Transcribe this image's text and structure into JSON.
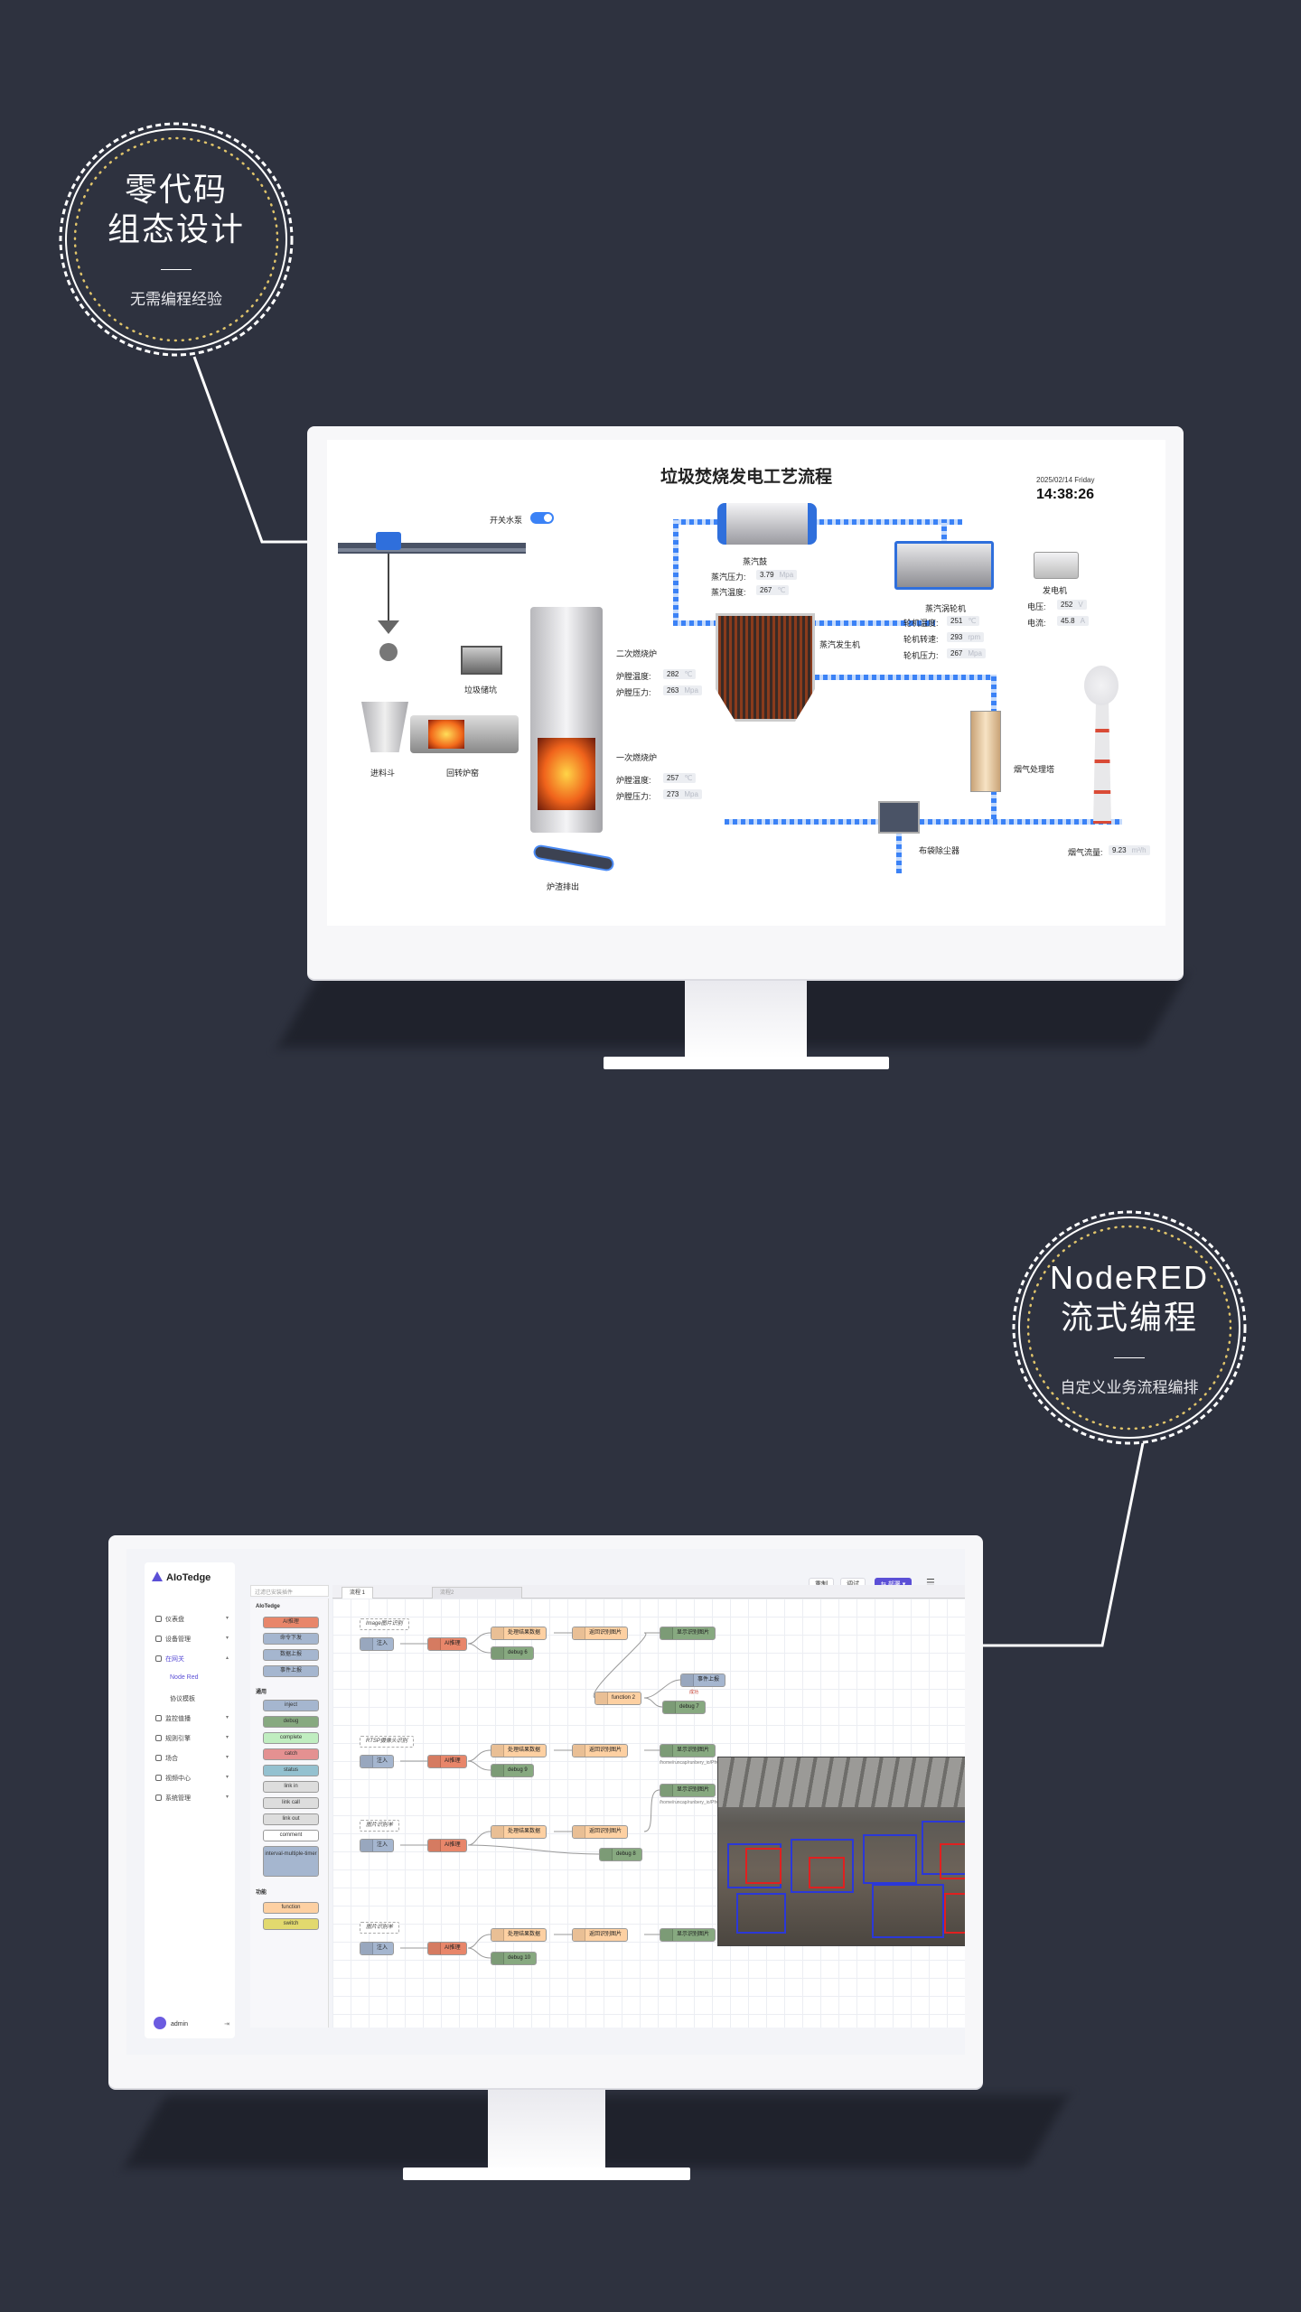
{
  "badge1": {
    "title_line1": "零代码",
    "title_line2": "组态设计",
    "subtitle": "无需编程经验"
  },
  "badge2": {
    "title_line1": "NodeRED",
    "title_line2": "流式编程",
    "subtitle": "自定义业务流程编排"
  },
  "scada": {
    "title": "垃圾焚烧发电工艺流程",
    "date": "2025/02/14 Friday",
    "time": "14:38:26",
    "toggle_label": "开关水泵",
    "labels": {
      "drum": "蒸汽鼓",
      "turbine": "蒸汽涡轮机",
      "generator": "发电机",
      "steam_gen": "蒸汽发生机",
      "secondary": "二次燃烧炉",
      "primary": "一次燃烧炉",
      "flue": "烟气处理塔",
      "baghouse": "布袋除尘器",
      "storage": "垃圾储坑",
      "hopper": "进料斗",
      "rotary": "回转炉窑",
      "slag": "炉渣排出",
      "stack_flow": "烟气流量:"
    },
    "readings": {
      "drum_pressure": {
        "label": "蒸汽压力:",
        "value": "3.79",
        "unit": "Mpa"
      },
      "drum_temp": {
        "label": "蒸汽温度:",
        "value": "267",
        "unit": "℃"
      },
      "voltage": {
        "label": "电压:",
        "value": "252",
        "unit": "V"
      },
      "current": {
        "label": "电流:",
        "value": "45.8",
        "unit": "A"
      },
      "turbine_temp": {
        "label": "轮机温度:",
        "value": "251",
        "unit": "℃"
      },
      "turbine_speed": {
        "label": "轮机转速:",
        "value": "293",
        "unit": "rpm"
      },
      "turbine_pressure": {
        "label": "轮机压力:",
        "value": "267",
        "unit": "Mpa"
      },
      "sec_temp": {
        "label": "炉膛温度:",
        "value": "282",
        "unit": "℃"
      },
      "sec_pressure": {
        "label": "炉膛压力:",
        "value": "263",
        "unit": "Mpa"
      },
      "pri_temp": {
        "label": "炉膛温度:",
        "value": "257",
        "unit": "℃"
      },
      "pri_pressure": {
        "label": "炉膛压力:",
        "value": "273",
        "unit": "Mpa"
      },
      "stack_flow_value": {
        "value": "9.23",
        "unit": "m³/h"
      }
    }
  },
  "app": {
    "brand": "AIoTedge",
    "sidebar": [
      {
        "label": "仪表盘"
      },
      {
        "label": "设备管理"
      },
      {
        "label": "在网关"
      },
      {
        "label": "Node Red"
      },
      {
        "label": "协议模板"
      },
      {
        "label": "监控值播"
      },
      {
        "label": "规则引擎"
      },
      {
        "label": "场合"
      },
      {
        "label": "视频中心"
      },
      {
        "label": "系统管理"
      }
    ],
    "user": "admin",
    "toolbar": {
      "btn1": "重制",
      "btn2": "调试",
      "deploy": "部署"
    },
    "palette": {
      "search": "过滤已安装插件",
      "cat1": "AIoTedge",
      "cat2": "通用",
      "cat3": "功能",
      "nodes1": [
        "AI推理",
        "命令下发",
        "数据上报",
        "事件上报"
      ],
      "nodes2": [
        "inject",
        "debug",
        "complete",
        "catch",
        "status",
        "link in",
        "link call",
        "link out",
        "comment",
        "interval-multiple-timer"
      ],
      "nodes3": [
        "function",
        "switch"
      ]
    },
    "tabs": {
      "tab1": "流程 1",
      "tab2": "流程2"
    },
    "flow": {
      "c1": "Image图片识别",
      "c2": "RTSP摄像头识别",
      "c3": "图片识别羊",
      "c4": "图片识别羊",
      "inject": "注入",
      "ai": "AI推理",
      "process": "处理结果数据",
      "draw": "返回识别图片",
      "show": "显示识别图片",
      "debug6": "debug 6",
      "debug7": "debug 7",
      "debug9": "debug 9",
      "debug8": "debug 8",
      "debug10": "debug 10",
      "func": "function 2",
      "event": "事件上报",
      "event_status": "成功",
      "path1": "/home/runcap/runbery_io/Pfrojected.jpg",
      "path2": "/home/runcap/runbery_io/Pfrojected.jpg"
    }
  }
}
